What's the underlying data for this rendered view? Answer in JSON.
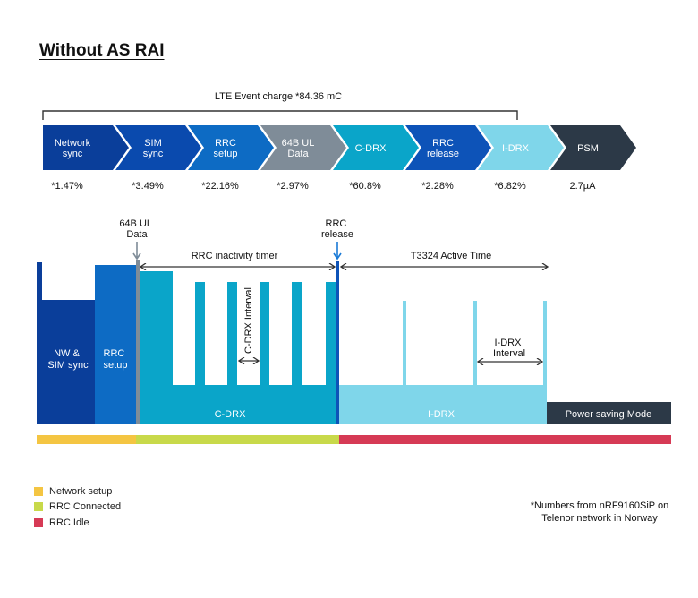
{
  "title": "Without AS RAI",
  "charge_label": "LTE Event charge *84.36 mC",
  "colors": {
    "network_sync": "#0a3e9a",
    "sim_sync": "#0a4aae",
    "rrc_setup": "#0d6bc4",
    "ul_data": "#7f8c98",
    "cdrx": "#0aa5c9",
    "rrc_release": "#0d53b8",
    "idrx": "#7fd6ea",
    "psm": "#2c3947",
    "network_setup": "#f4c542",
    "rrc_connected": "#c8d94a",
    "rrc_idle": "#d63a55"
  },
  "phases": [
    {
      "line1": "Network",
      "line2": "sync",
      "value": "*1.47%"
    },
    {
      "line1": "SIM",
      "line2": "sync",
      "value": "*3.49%"
    },
    {
      "line1": "RRC",
      "line2": "setup",
      "value": "*22.16%"
    },
    {
      "line1": "64B UL",
      "line2": "Data",
      "value": "*2.97%"
    },
    {
      "line1": "C-DRX",
      "line2": "",
      "value": "*60.8%"
    },
    {
      "line1": "RRC",
      "line2": "release",
      "value": "*2.28%"
    },
    {
      "line1": "I-DRX",
      "line2": "",
      "value": "*6.82%"
    },
    {
      "line1": "PSM",
      "line2": "",
      "value": "2.7µA"
    }
  ],
  "timeline": {
    "ul_data_line1": "64B UL",
    "ul_data_line2": "Data",
    "rrc_release_line1": "RRC",
    "rrc_release_line2": "release",
    "rrc_inactivity": "RRC inactivity timer",
    "t3324": "T3324 Active Time",
    "nw_sim_line1": "NW &",
    "nw_sim_line2": "SIM sync",
    "rrc_setup_line1": "RRC",
    "rrc_setup_line2": "setup",
    "cdrx_label": "C-DRX",
    "cdrx_interval": "C-DRX Interval",
    "idrx_label": "I-DRX",
    "idrx_interval_line1": "I-DRX",
    "idrx_interval_line2": "Interval",
    "psm_label": "Power saving Mode"
  },
  "legend": [
    {
      "label": "Network setup",
      "color": "#f4c542"
    },
    {
      "label": "RRC Connected",
      "color": "#c8d94a"
    },
    {
      "label": "RRC Idle",
      "color": "#d63a55"
    }
  ],
  "note_line1": "*Numbers from nRF9160SiP on",
  "note_line2": "Telenor network in Norway"
}
